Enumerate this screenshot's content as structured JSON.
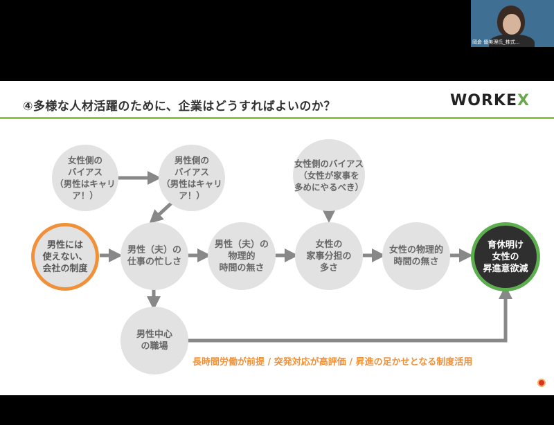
{
  "title": "④多様な人材活躍のために、企業はどうすればよいのか？",
  "logo": {
    "prefix": "WORKE",
    "suffix": "X"
  },
  "video": {
    "participant_label": "岡倉 優美理氏_株式..."
  },
  "nodes": {
    "female_bias": "女性側の\nバイアス\n（男性はキャリア！）",
    "male_bias": "男性側の\nバイアス\n（男性はキャリア！）",
    "female_housework_bias": "女性側のバイアス\n（女性が家事を\n多めにやるべき）",
    "male_company_system": "男性には\n使えない、\n会社の制度",
    "husband_busy": "男性（夫）の\n仕事の忙しさ",
    "husband_no_time": "男性（夫）の\n物理的\n時間の無さ",
    "female_share_more": "女性の\n家事分担の\n多さ",
    "female_no_time": "女性の物理的\n時間の無さ",
    "outcome": "育休明け\n女性の\n昇進意欲減",
    "male_workplace": "男性中心\nの職場"
  },
  "caption": "長時間労働が前提 / 突発対応が高評価 / 昇進の足かせとなる制度活用",
  "colors": {
    "accent_green": "#8cc63f",
    "orange": "#f0913a",
    "arrow": "#888888"
  }
}
